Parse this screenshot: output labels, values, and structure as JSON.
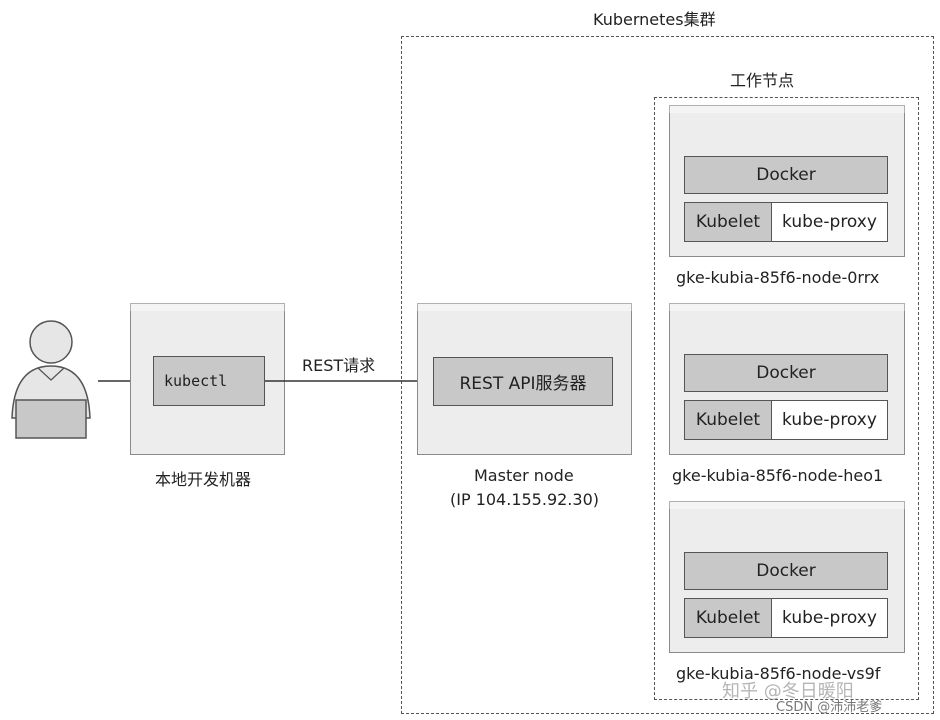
{
  "cluster": {
    "title": "Kubernetes集群"
  },
  "worker_group": {
    "title": "工作节点"
  },
  "dev_machine": {
    "label": "本地开发机器",
    "tool": "kubectl"
  },
  "arrow": {
    "label": "REST请求"
  },
  "master": {
    "label": "Master node",
    "ip": "(IP 104.155.92.30)",
    "server": "REST API服务器"
  },
  "nodes": [
    {
      "docker": "Docker",
      "kubelet": "Kubelet",
      "proxy": "kube-proxy",
      "name": "gke-kubia-85f6-node-0rrx"
    },
    {
      "docker": "Docker",
      "kubelet": "Kubelet",
      "proxy": "kube-proxy",
      "name": "gke-kubia-85f6-node-heo1"
    },
    {
      "docker": "Docker",
      "kubelet": "Kubelet",
      "proxy": "kube-proxy",
      "name": "gke-kubia-85f6-node-vs9f"
    }
  ],
  "watermarks": {
    "zhihu": "知乎 @冬日暖阳",
    "csdn": "CSDN @沛沛老爹"
  }
}
